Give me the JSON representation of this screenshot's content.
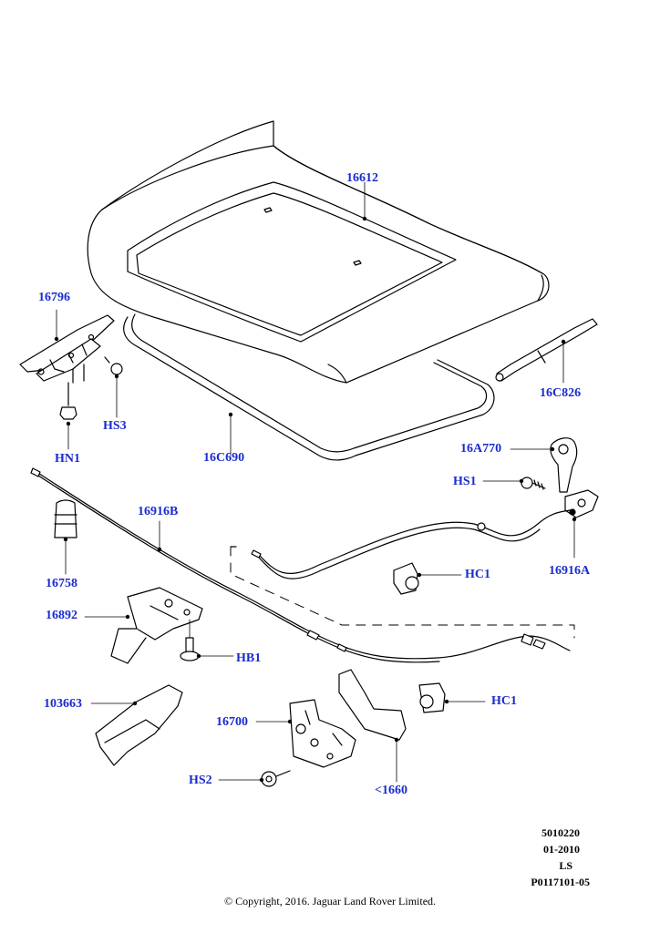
{
  "labels": {
    "hood": "16612",
    "hinge": "16796",
    "hs3": "HS3",
    "hn1": "HN1",
    "seal": "16C690",
    "strut": "16C826",
    "release_handle": "16A770",
    "hs1": "HS1",
    "cable_bracket": "16916A",
    "cable": "16916B",
    "bump_stop": "16758",
    "hc1_top": "HC1",
    "striker": "16892",
    "hb1": "HB1",
    "bracket": "103663",
    "hc1_right": "HC1",
    "latch": "16700",
    "plate": "<1660",
    "hs2": "HS2"
  },
  "meta": {
    "line1": "5010220",
    "line2": "01-2010",
    "line3": "LS",
    "line4": "P0117101-05"
  },
  "copyright": "© Copyright, 2016. Jaguar Land Rover Limited."
}
